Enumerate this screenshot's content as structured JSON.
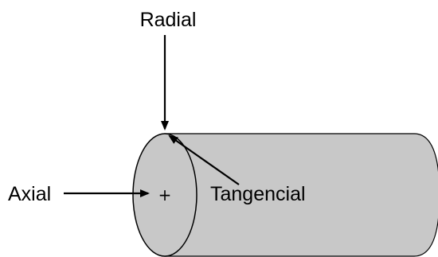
{
  "labels": {
    "radial": "Radial",
    "axial": "Axial",
    "tangential": "Tangencial",
    "center_mark": "+"
  },
  "colors": {
    "cylinder_fill": "#c8c8c8",
    "stroke": "#000000",
    "background": "#ffffff"
  }
}
